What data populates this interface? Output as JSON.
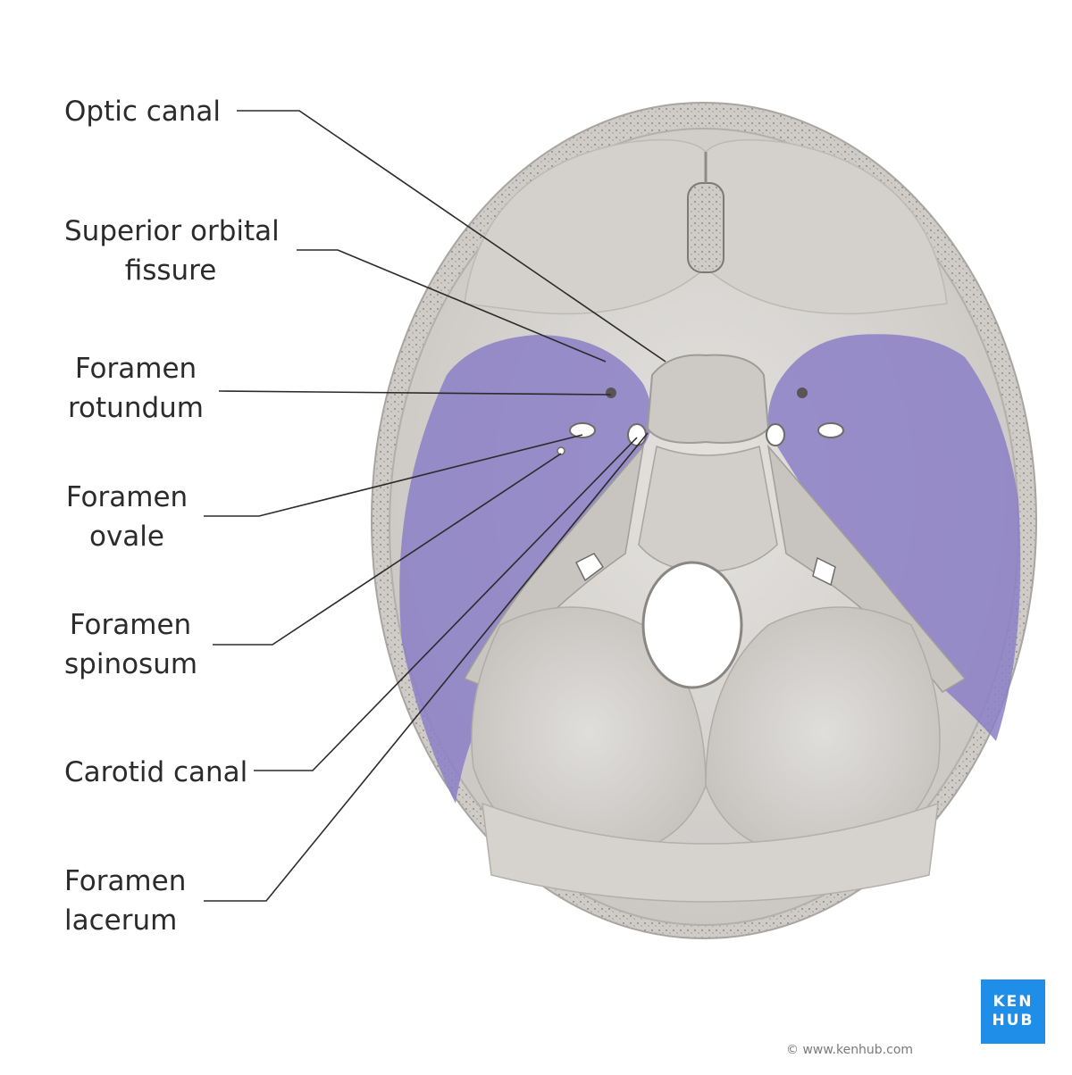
{
  "labels": [
    {
      "id": "optic-canal",
      "lines": [
        "Optic canal"
      ]
    },
    {
      "id": "superior-orbital-fissure",
      "lines": [
        "Superior orbital",
        "fissure"
      ]
    },
    {
      "id": "foramen-rotundum",
      "lines": [
        "Foramen",
        "rotundum"
      ]
    },
    {
      "id": "foramen-ovale",
      "lines": [
        "Foramen",
        "ovale"
      ]
    },
    {
      "id": "foramen-spinosum",
      "lines": [
        "Foramen",
        "spinosum"
      ]
    },
    {
      "id": "carotid-canal",
      "lines": [
        "Carotid canal"
      ]
    },
    {
      "id": "foramen-lacerum",
      "lines": [
        "Foramen",
        "lacerum"
      ]
    }
  ],
  "logo": {
    "line1": "KEN",
    "line2": "HUB",
    "color": "#1e8ee8"
  },
  "copyright": "© www.kenhub.com",
  "colors": {
    "bone": "#d9d7d4",
    "bone_shadow": "#bdbab6",
    "middle_fossa_highlight": "#8b7fc6",
    "leader_line": "#2b2b2b"
  }
}
